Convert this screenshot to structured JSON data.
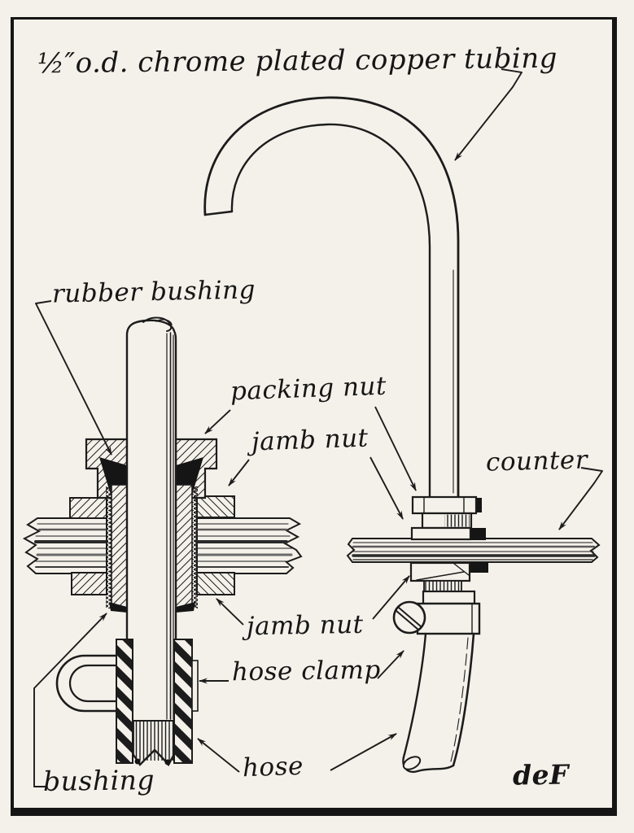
{
  "page": {
    "colors": {
      "paper": "#f4f1ea",
      "ink": "#1c1c1c"
    }
  },
  "diagram": {
    "labels": {
      "tubing": "½″o.d. chrome plated copper tubing",
      "rubber_bushing": "rubber bushing",
      "packing_nut": "packing nut",
      "jamb_nut_upper": "jamb nut",
      "counter": "counter",
      "jamb_nut_lower": "jamb nut",
      "hose_clamp": "hose clamp",
      "hose": "hose",
      "bushing": "bushing"
    },
    "signature": "deF"
  }
}
